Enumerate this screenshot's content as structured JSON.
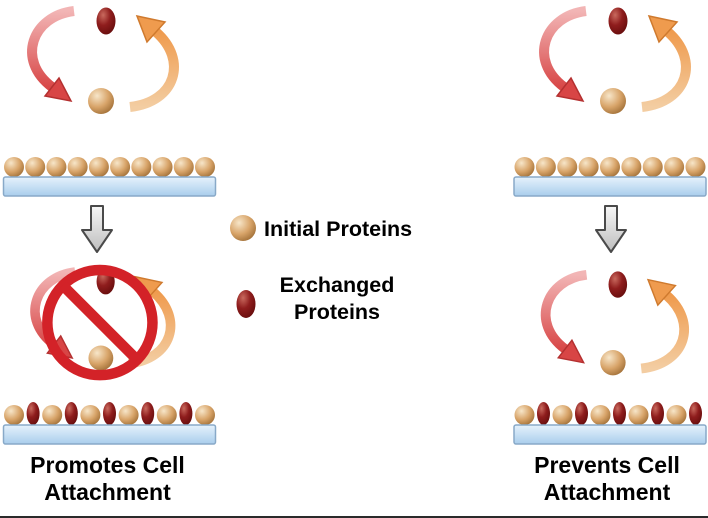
{
  "figure": {
    "description": "Protein exchange on surfaces diagram"
  },
  "legend": {
    "initial_label": "Initial Proteins",
    "exchanged_label": "Exchanged\nProteins"
  },
  "captions": {
    "left": "Promotes Cell\nAttachment",
    "right": "Prevents Cell\nAttachment"
  },
  "colors": {
    "initial_protein": "#d8a469",
    "exchanged_protein": "#8f1d1d",
    "surface_fill": "#c5ddf2",
    "surface_border": "#88a9c8",
    "red_arrow": "#d84848",
    "orange_arrow": "#ef9b4e",
    "prohibition_sign": "#d32228",
    "down_arrow_fill": "#d9d9d9",
    "down_arrow_border": "#4a4a4a"
  },
  "surfaces": {
    "left_top": {
      "proteins": [
        "initial",
        "initial",
        "initial",
        "initial",
        "initial",
        "initial",
        "initial",
        "initial",
        "initial",
        "initial"
      ]
    },
    "right_top": {
      "proteins": [
        "initial",
        "initial",
        "initial",
        "initial",
        "initial",
        "initial",
        "initial",
        "initial",
        "initial"
      ]
    },
    "left_bottom": {
      "proteins": [
        "initial",
        "exchanged",
        "initial",
        "exchanged",
        "initial",
        "exchanged",
        "initial",
        "exchanged",
        "initial",
        "exchanged",
        "initial"
      ]
    },
    "right_bottom": {
      "proteins": [
        "initial",
        "exchanged",
        "initial",
        "exchanged",
        "initial",
        "exchanged",
        "initial",
        "exchanged",
        "initial",
        "exchanged"
      ]
    }
  }
}
